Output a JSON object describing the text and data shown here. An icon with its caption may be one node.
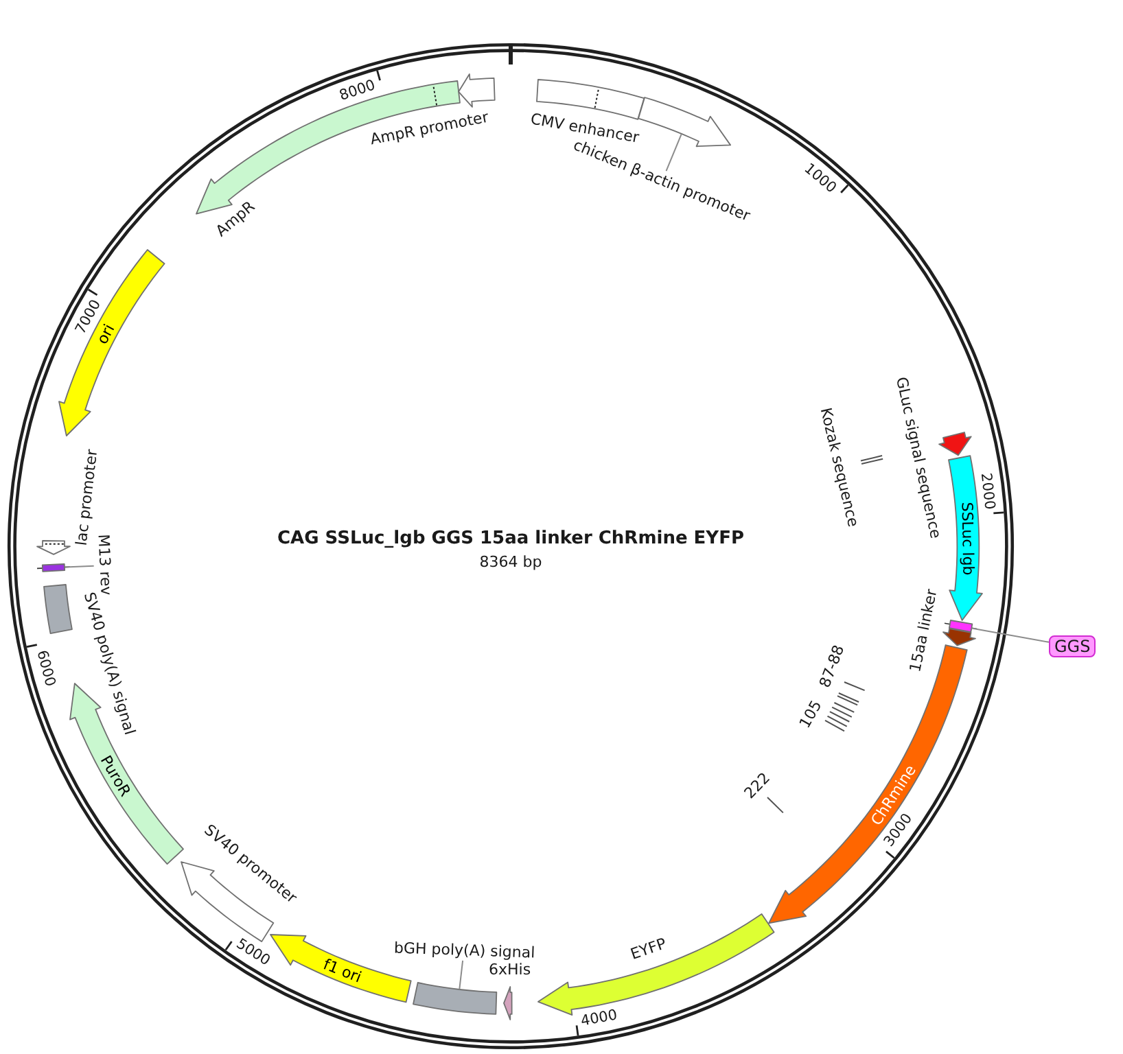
{
  "diagram": {
    "title": "CAG SSLuc_lgb GGS 15aa linker ChRmine EYFP",
    "nodes": [
      {
        "text": [
          "CMV enhancer"
        ]
      },
      {
        "text": [],
        "shape": "arrow"
      },
      {
        "text": [
          "chicken β-actin promoter"
        ]
      },
      {
        "text": [
          "Kozak sequence"
        ]
      },
      {
        "text": [
          "GLuc signal sequence"
        ]
      },
      {
        "text": [
          "SSLuc lgb"
        ]
      },
      {
        "text": [],
        "shape": "bar"
      },
      {
        "text": [
          "GGS"
        ]
      },
      {
        "text": [
          "15aa linker"
        ]
      },
      {
        "text": [
          "87-88"
        ]
      },
      {
        "text": [
          "105"
        ]
      },
      {
        "text": [
          "ChRmine"
        ]
      },
      {
        "text": [
          "222"
        ]
      },
      {
        "text": [
          "EYFP"
        ]
      },
      {
        "text": [
          "6xHis"
        ]
      },
      {
        "text": [],
        "shape": "box"
      },
      {
        "text": [
          "bGH poly(A) signal"
        ]
      },
      {
        "text": [
          "f1 ori"
        ]
      },
      {
        "text": [
          "SV40 promoter"
        ]
      },
      {
        "text": [
          "PuroR"
        ]
      },
      {
        "text": [
          "SV40 poly(A) signal"
        ]
      },
      {
        "text": [],
        "shape": "bar"
      },
      {
        "text": [
          "M13 rev"
        ]
      },
      {
        "text": [
          "lac promoter"
        ]
      },
      {
        "text": [
          "ori"
        ]
      },
      {
        "text": [
          "AmpR"
        ]
      },
      {
        "text": [
          "AmpR promoter"
        ]
      }
    ],
    "edges": [
      {
        "from": 2,
        "to": 1,
        "arrow": "none"
      },
      {
        "from": 7,
        "to": 6,
        "arrow": "none"
      },
      {
        "from": 16,
        "to": 15,
        "arrow": "none"
      },
      {
        "from": 22,
        "to": 21,
        "arrow": "none"
      }
    ],
    "labels": [
      "1000",
      "2000",
      "3000",
      "4000",
      "5000",
      "6000",
      "7000",
      "8000",
      "8364 bp"
    ]
  }
}
